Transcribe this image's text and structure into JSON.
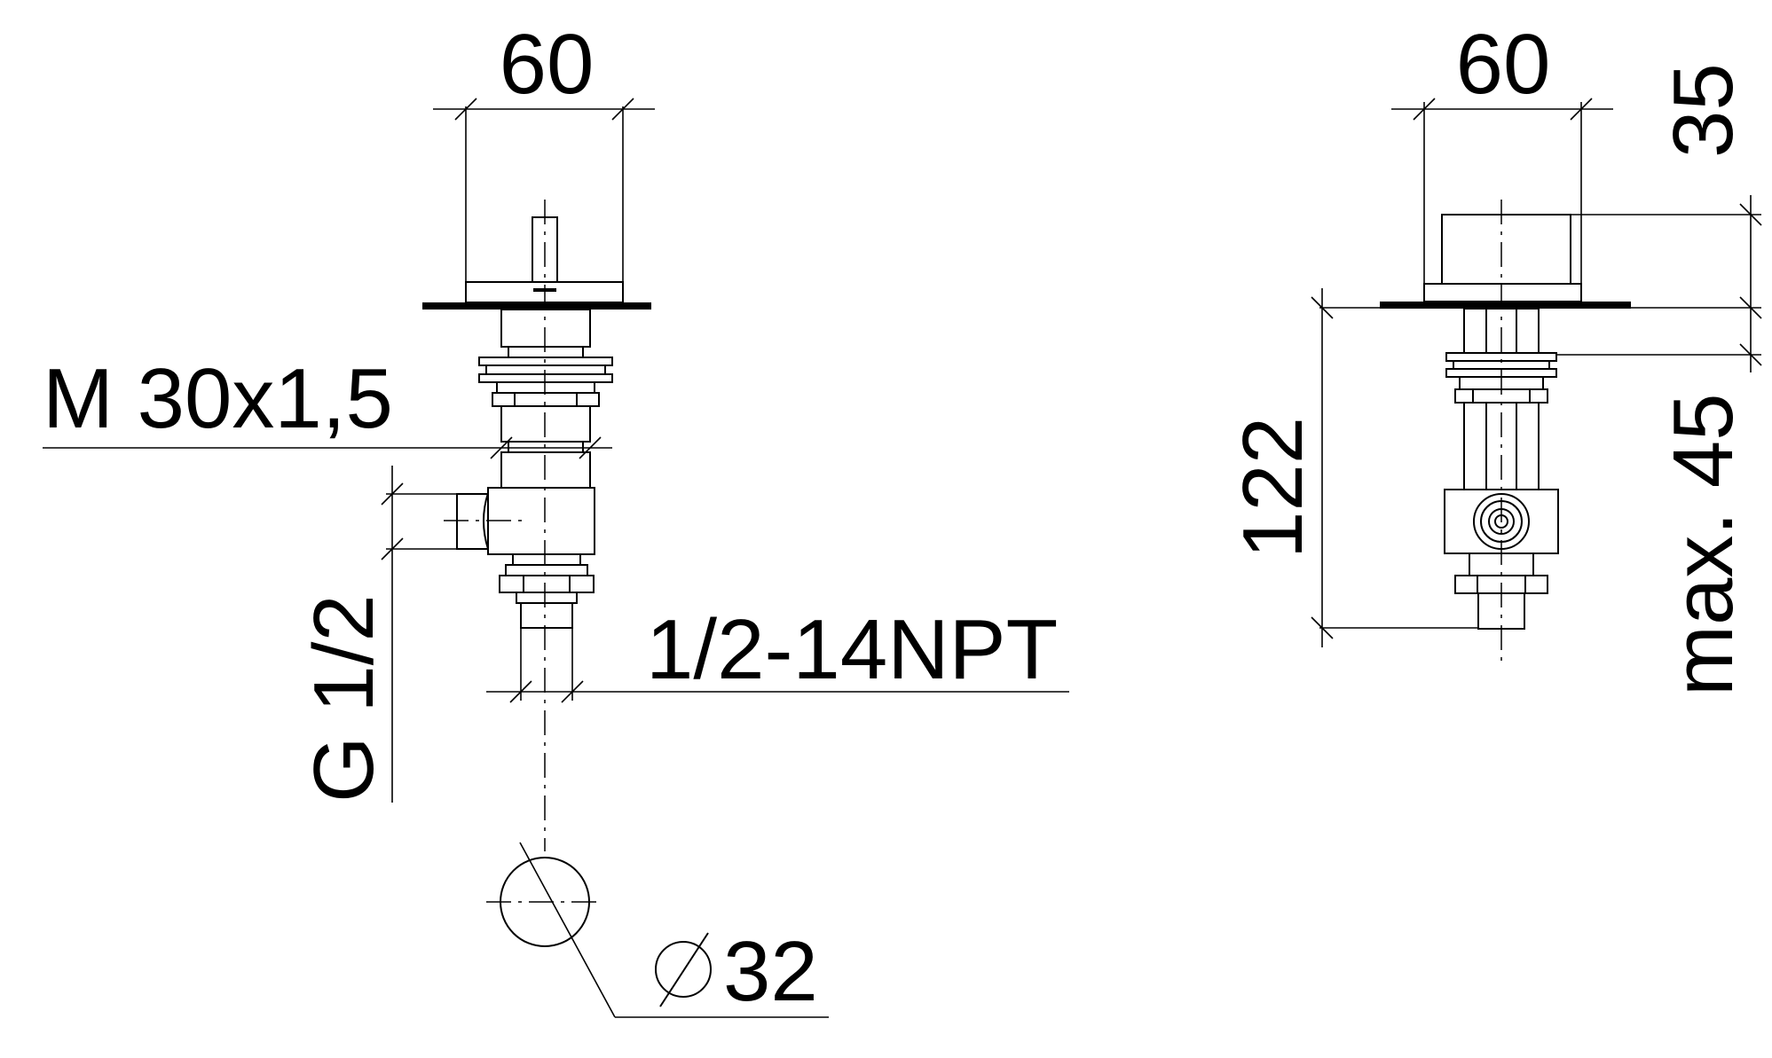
{
  "left_view": {
    "width_label": "60",
    "thread_label": "M 30x1,5",
    "inlet_label": "G 1/2",
    "outlet_label": "1/2-14NPT",
    "hole_diameter_label": "32"
  },
  "right_view": {
    "width_label": "60",
    "height_label": "122",
    "cap_label": "35",
    "max_label": "max. 45"
  }
}
